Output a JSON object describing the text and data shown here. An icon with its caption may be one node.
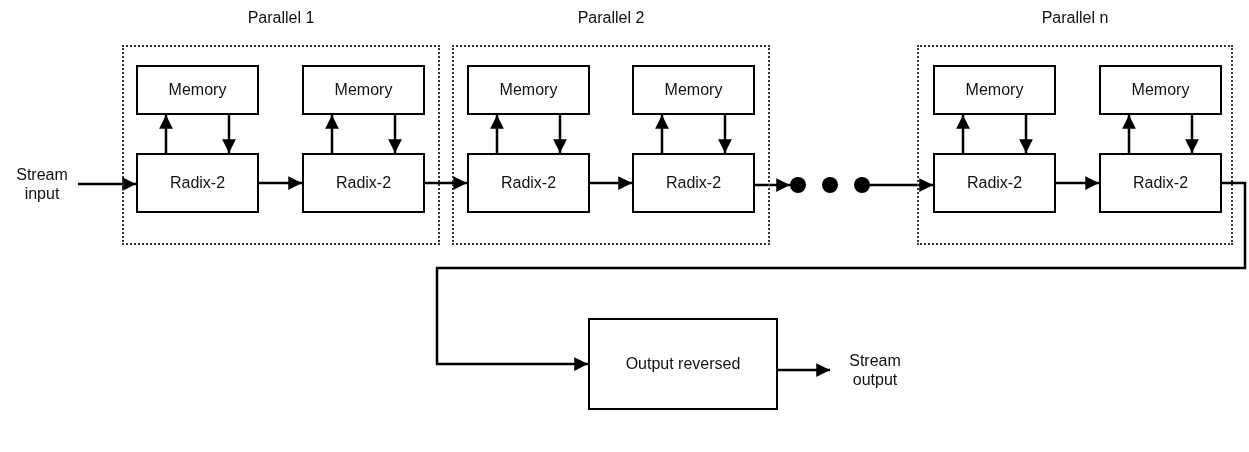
{
  "diagram": {
    "nodes": [
      {
        "text": [
          "Stream input"
        ]
      },
      {
        "text": [
          "Parallel 1"
        ]
      },
      {
        "text": [
          "Memory"
        ],
        "in": 1
      },
      {
        "text": [
          "Memory"
        ],
        "in": 1
      },
      {
        "text": [
          "Radix-2"
        ],
        "in": 1
      },
      {
        "text": [
          "Radix-2"
        ],
        "in": 1
      },
      {
        "text": [
          "Parallel 2"
        ]
      },
      {
        "text": [
          "Memory"
        ],
        "in": 6
      },
      {
        "text": [
          "Memory"
        ],
        "in": 6
      },
      {
        "text": [
          "Radix-2"
        ],
        "in": 6
      },
      {
        "text": [
          "Radix-2"
        ],
        "in": 6
      },
      {
        "text": [],
        "shape": "dots"
      },
      {
        "text": [
          "Parallel n"
        ]
      },
      {
        "text": [
          "Memory"
        ],
        "in": 12
      },
      {
        "text": [
          "Memory"
        ],
        "in": 12
      },
      {
        "text": [
          "Radix-2"
        ],
        "in": 12
      },
      {
        "text": [
          "Radix-2"
        ],
        "in": 12
      },
      {
        "text": [
          "Output reversed"
        ]
      },
      {
        "text": [
          "Stream output"
        ]
      }
    ],
    "edges": [
      {
        "from": 0,
        "to": 4,
        "arrow": "to"
      },
      {
        "from": 4,
        "to": 2,
        "arrow": "to"
      },
      {
        "from": 2,
        "to": 4,
        "arrow": "to"
      },
      {
        "from": 4,
        "to": 5,
        "arrow": "to"
      },
      {
        "from": 5,
        "to": 3,
        "arrow": "to"
      },
      {
        "from": 3,
        "to": 5,
        "arrow": "to"
      },
      {
        "from": 5,
        "to": 9,
        "arrow": "to"
      },
      {
        "from": 9,
        "to": 7,
        "arrow": "to"
      },
      {
        "from": 7,
        "to": 9,
        "arrow": "to"
      },
      {
        "from": 9,
        "to": 10,
        "arrow": "to"
      },
      {
        "from": 10,
        "to": 8,
        "arrow": "to"
      },
      {
        "from": 8,
        "to": 10,
        "arrow": "to"
      },
      {
        "from": 10,
        "to": 11,
        "arrow": "to"
      },
      {
        "from": 11,
        "to": 15,
        "arrow": "to"
      },
      {
        "from": 15,
        "to": 13,
        "arrow": "to"
      },
      {
        "from": 13,
        "to": 15,
        "arrow": "to"
      },
      {
        "from": 15,
        "to": 16,
        "arrow": "to"
      },
      {
        "from": 16,
        "to": 14,
        "arrow": "to"
      },
      {
        "from": 14,
        "to": 16,
        "arrow": "to"
      },
      {
        "from": 16,
        "to": 17,
        "arrow": "to"
      },
      {
        "from": 17,
        "to": 18,
        "arrow": "to"
      }
    ]
  }
}
